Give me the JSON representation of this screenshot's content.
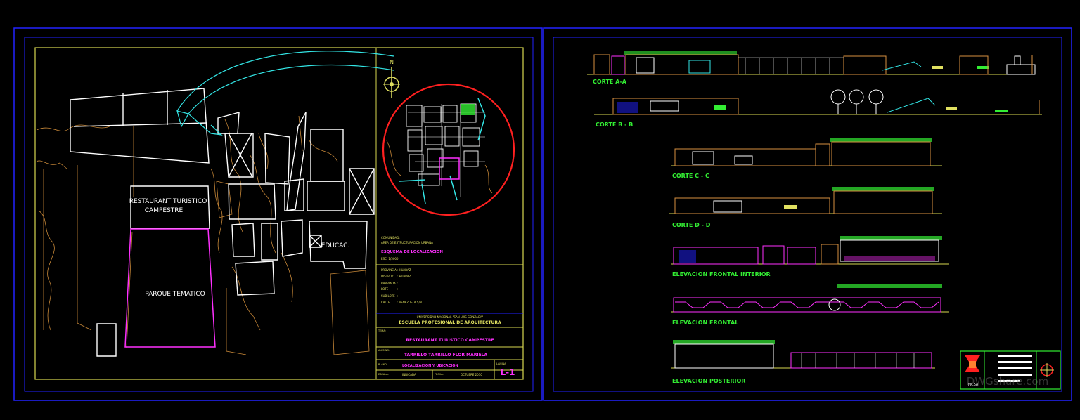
{
  "site_plan": {
    "restaurant_label_1": "RESTAURANT TURISTICO",
    "restaurant_label_2": "CAMPESTRE",
    "park_label": "PARQUE TEMATICO",
    "education_label": "EDUCAC.",
    "north_label": "N"
  },
  "info_block": {
    "line1": "COMUNIDAD:",
    "line2": "AREA DE ESTRUCTURACION URBANA",
    "line3": "ESQUEMA DE LOCALIZACION",
    "line4": "ESC. 1/5000",
    "rows": [
      {
        "k": "PROVINCIA",
        "v": ": HUARAZ"
      },
      {
        "k": "DISTRITO",
        "v": ": HUARAZ"
      },
      {
        "k": "BARRIADA",
        "v": ":"
      },
      {
        "k": "LOTE",
        "v": ": --"
      },
      {
        "k": "SUB LOTE",
        "v": ": --"
      },
      {
        "k": "CALLE",
        "v": ": VENEZUELA S/N"
      }
    ]
  },
  "title_block": {
    "university": "UNIVERSIDAD NACIONAL \"SAN LUIS GONZAGA\"",
    "school": "ESCUELA PROFESIONAL DE ARQUITECTURA",
    "tema_key": "TEMA:",
    "tema": "RESTAURANT TURISTICO CAMPESTRE",
    "alumno_key": "ALUMNO:",
    "alumno": "TARRILLO TARRILLO FLOR MARIELA",
    "plano_key": "PLANO:",
    "plano": "LOCALIZACION Y UBICACION",
    "lamina_key": "LAMINA",
    "lamina": "L-1",
    "escala_key": "ESCALA:",
    "escala": "INDICADA",
    "fecha_key": "FECHA:",
    "fecha": "OCTUBRE 2010"
  },
  "sections": [
    {
      "label": "CORTE A-A"
    },
    {
      "label": "CORTE B - B"
    },
    {
      "label": "CORTE C - C"
    },
    {
      "label": "CORTE D - D"
    },
    {
      "label": "ELEVACION FRONTAL INTERIOR"
    },
    {
      "label": "ELEVACION FRONTAL"
    },
    {
      "label": "ELEVACION POSTERIOR"
    }
  ],
  "stamp": {
    "logo_text": "FICSA",
    "watermark": "DWGshare.com"
  },
  "colors": {
    "background": "#000000",
    "frame_blue": "#1a1aff",
    "sheet_yellow": "#d8d850",
    "white": "#ffffff",
    "cyan": "#33e6e6",
    "red": "#ff2020",
    "magenta": "#ff30ff",
    "orange": "#d89040",
    "green": "#33ee33",
    "label_green": "#33ee33"
  }
}
